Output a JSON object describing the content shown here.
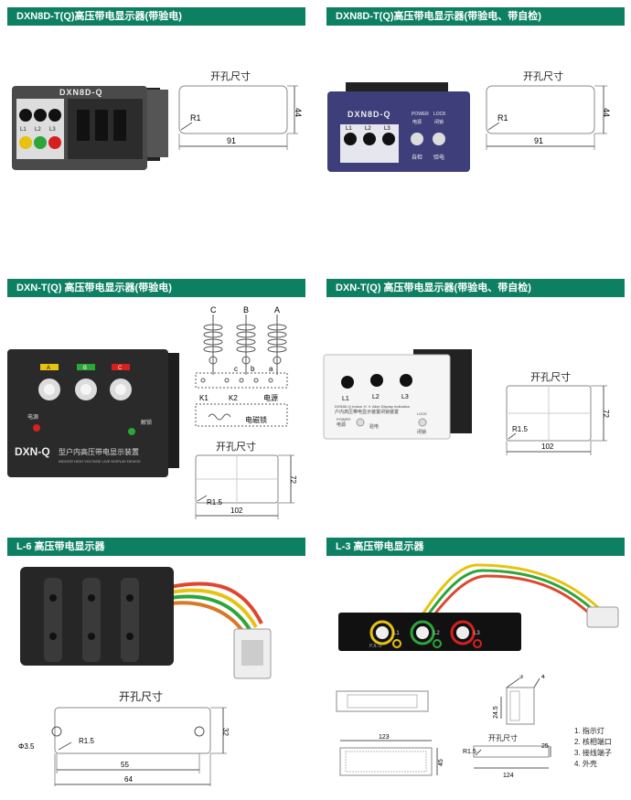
{
  "sections": [
    {
      "title": "DXN8D-T(Q)高压带电显示器(带验电)",
      "device_label": "DXN8D-Q",
      "ports": [
        "L1",
        "L2",
        "L3"
      ],
      "cutout_title": "开孔尺寸",
      "radius": "R1",
      "width": "91",
      "height": "44"
    },
    {
      "title": "DXN8D-T(Q)高压带电显示器(带验电、带自检)",
      "device_label": "DXN8D-Q",
      "ports": [
        "L1",
        "L2",
        "L3"
      ],
      "legend_power": "POWER",
      "legend_lock": "LOCK",
      "legend_power_cn": "电源",
      "legend_lock_cn": "闭锁",
      "btn_selftest": "自检",
      "btn_test": "验电",
      "cutout_title": "开孔尺寸",
      "radius": "R1",
      "width": "91",
      "height": "44"
    },
    {
      "title": "DXN-T(Q) 高压带电显示器(带验电)",
      "device_label": "DXN-Q",
      "device_subtitle": "型户内高压带电显示装置",
      "device_subtitle_en": "INDOOR HIGH VOLTAGE LIVE DISPLAY DEVICE",
      "phase_tags": [
        "A",
        "B",
        "C"
      ],
      "power_label": "电源",
      "lock_label": "解锁",
      "schematic": {
        "phases": [
          "C",
          "B",
          "A"
        ],
        "nodes": [
          "c",
          "b",
          "a"
        ],
        "k1": "K1",
        "k2": "K2",
        "power": "电源",
        "lock": "电磁锁"
      },
      "cutout_title": "开孔尺寸",
      "radius": "R1.5",
      "width": "102",
      "height": "72"
    },
    {
      "title": "DXN-T(Q) 高压带电显示器(带验电、带自检)",
      "ports": [
        "L1",
        "L2",
        "L3"
      ],
      "caption_en": "DXN8D-Q Indoor H. V. Alive Display Indication",
      "caption_cn": "户内高压带电显示装置闭锁装置",
      "power_label": "POWER",
      "power_cn": "电源",
      "lock_label": "LOCK",
      "lock_cn": "闭锁",
      "btn_test": "验电",
      "cutout_title": "开孔尺寸",
      "radius": "R1.5",
      "width": "102",
      "height": "72"
    },
    {
      "title": "L-6 高压带电显示器",
      "cutout_title": "开孔尺寸",
      "hole": "Φ3.5",
      "radius": "R1.5",
      "inner_width": "55",
      "outer_width": "64",
      "height": "32"
    },
    {
      "title": "L-3 高压带电显示器",
      "device_label": "PJL-3",
      "ports": [
        "L1",
        "L2",
        "L3"
      ],
      "callouts": [
        "3",
        "4"
      ],
      "dim_side": "24.5",
      "dim_len": "123",
      "dim_depth": "45",
      "cutout_title": "开孔尺寸",
      "radius": "R1.5",
      "width": "124",
      "height": "25",
      "legend": [
        "1. 指示灯",
        "2. 核相端口",
        "3. 接线端子",
        "4. 外壳"
      ]
    }
  ],
  "colors": {
    "banner": "#0d7f63"
  }
}
